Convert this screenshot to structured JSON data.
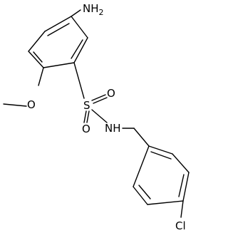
{
  "molecule": {
    "atoms": {
      "amine_n": "NH",
      "amine_sub": "2",
      "methoxy_o": "O",
      "sulfur": "S",
      "sulfonyl_o_top": "O",
      "sulfonyl_o_bottom": "O",
      "amide_n": "NH",
      "chlorine": "Cl"
    },
    "colors": {
      "ink": "#000000",
      "background": "#ffffff"
    }
  }
}
